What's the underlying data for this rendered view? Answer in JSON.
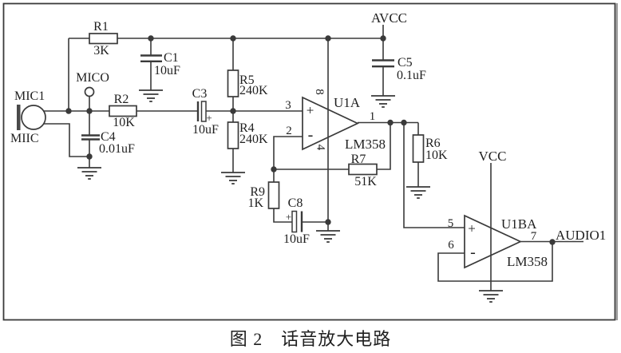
{
  "caption": "图 2　话音放大电路",
  "colors": {
    "line": "#3a3a3a",
    "text": "#1f1f1f",
    "background": "#ffffff",
    "right_edge": "#9a9a9a"
  },
  "nets": {
    "avcc": "AVCC",
    "vcc": "VCC",
    "audio_out": "AUDIO1",
    "mic_out": "MICO"
  },
  "mic": {
    "ref": "MIC1",
    "sub": "MIIC"
  },
  "resistors": {
    "r1": {
      "ref": "R1",
      "value": "3K"
    },
    "r2": {
      "ref": "R2",
      "value": "10K"
    },
    "r4": {
      "ref": "R4",
      "value": "240K"
    },
    "r5": {
      "ref": "R5",
      "value": "240K"
    },
    "r6": {
      "ref": "R6",
      "value": "10K"
    },
    "r7": {
      "ref": "R7",
      "value": "51K"
    },
    "r9": {
      "ref": "R9",
      "value": "1K"
    }
  },
  "capacitors": {
    "c1": {
      "ref": "C1",
      "value": "10uF"
    },
    "c3": {
      "ref": "C3",
      "value": "10uF",
      "plus": "+"
    },
    "c4": {
      "ref": "C4",
      "value": "0.01uF"
    },
    "c5": {
      "ref": "C5",
      "value": "0.1uF"
    },
    "c8": {
      "ref": "C8",
      "value": "10uF",
      "plus": "+"
    }
  },
  "opamps": {
    "u1a": {
      "ref": "U1A",
      "part": "LM358",
      "pin_plus": "3",
      "pin_minus": "2",
      "pin_out": "1",
      "pin_vcc": "8",
      "pin_gnd": "4",
      "plus_sign": "+",
      "minus_sign": "-"
    },
    "u1b": {
      "ref": "U1BA",
      "part": "LM358",
      "pin_plus": "5",
      "pin_minus": "6",
      "pin_out": "7",
      "plus_sign": "+",
      "minus_sign": "-"
    }
  }
}
